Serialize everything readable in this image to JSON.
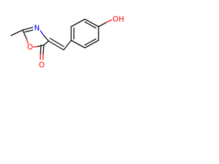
{
  "molecule": {
    "atoms": {
      "ring_oxygen": "O",
      "ring_nitrogen": "N",
      "carbonyl_oxygen": "O",
      "hydroxyl": "OH"
    },
    "colors": {
      "bond": "#000000",
      "oxygen": "#ff0000",
      "nitrogen": "#0000ff"
    }
  }
}
